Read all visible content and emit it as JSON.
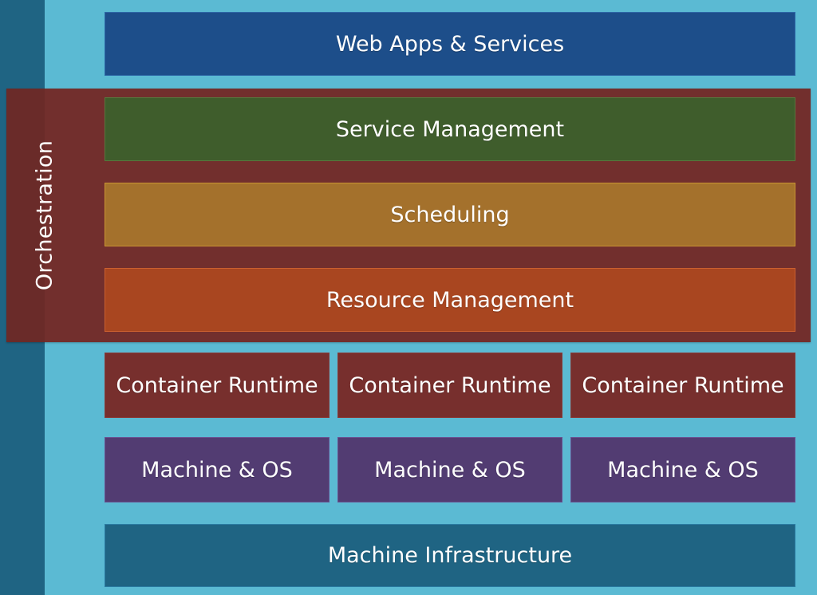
{
  "diagram": {
    "top_layer": {
      "label": "Web Apps & Services",
      "color": "#1d4e8a"
    },
    "orchestration": {
      "label": "Orchestration",
      "color": "#722f2d",
      "layers": [
        {
          "label": "Service Management",
          "color": "#3f5d2c"
        },
        {
          "label": "Scheduling",
          "color": "#a4712c"
        },
        {
          "label": "Resource Management",
          "color": "#a94620"
        }
      ]
    },
    "container_runtimes": [
      {
        "label": "Container Runtime"
      },
      {
        "label": "Container Runtime"
      },
      {
        "label": "Container Runtime"
      }
    ],
    "machines": [
      {
        "label": "Machine & OS"
      },
      {
        "label": "Machine & OS"
      },
      {
        "label": "Machine & OS"
      }
    ],
    "base_layer": {
      "label": "Machine Infrastructure",
      "color": "#1f6483"
    },
    "colors": {
      "background": "#5bbad3",
      "container_runtime": "#772f2d",
      "machine": "#523c72"
    }
  }
}
